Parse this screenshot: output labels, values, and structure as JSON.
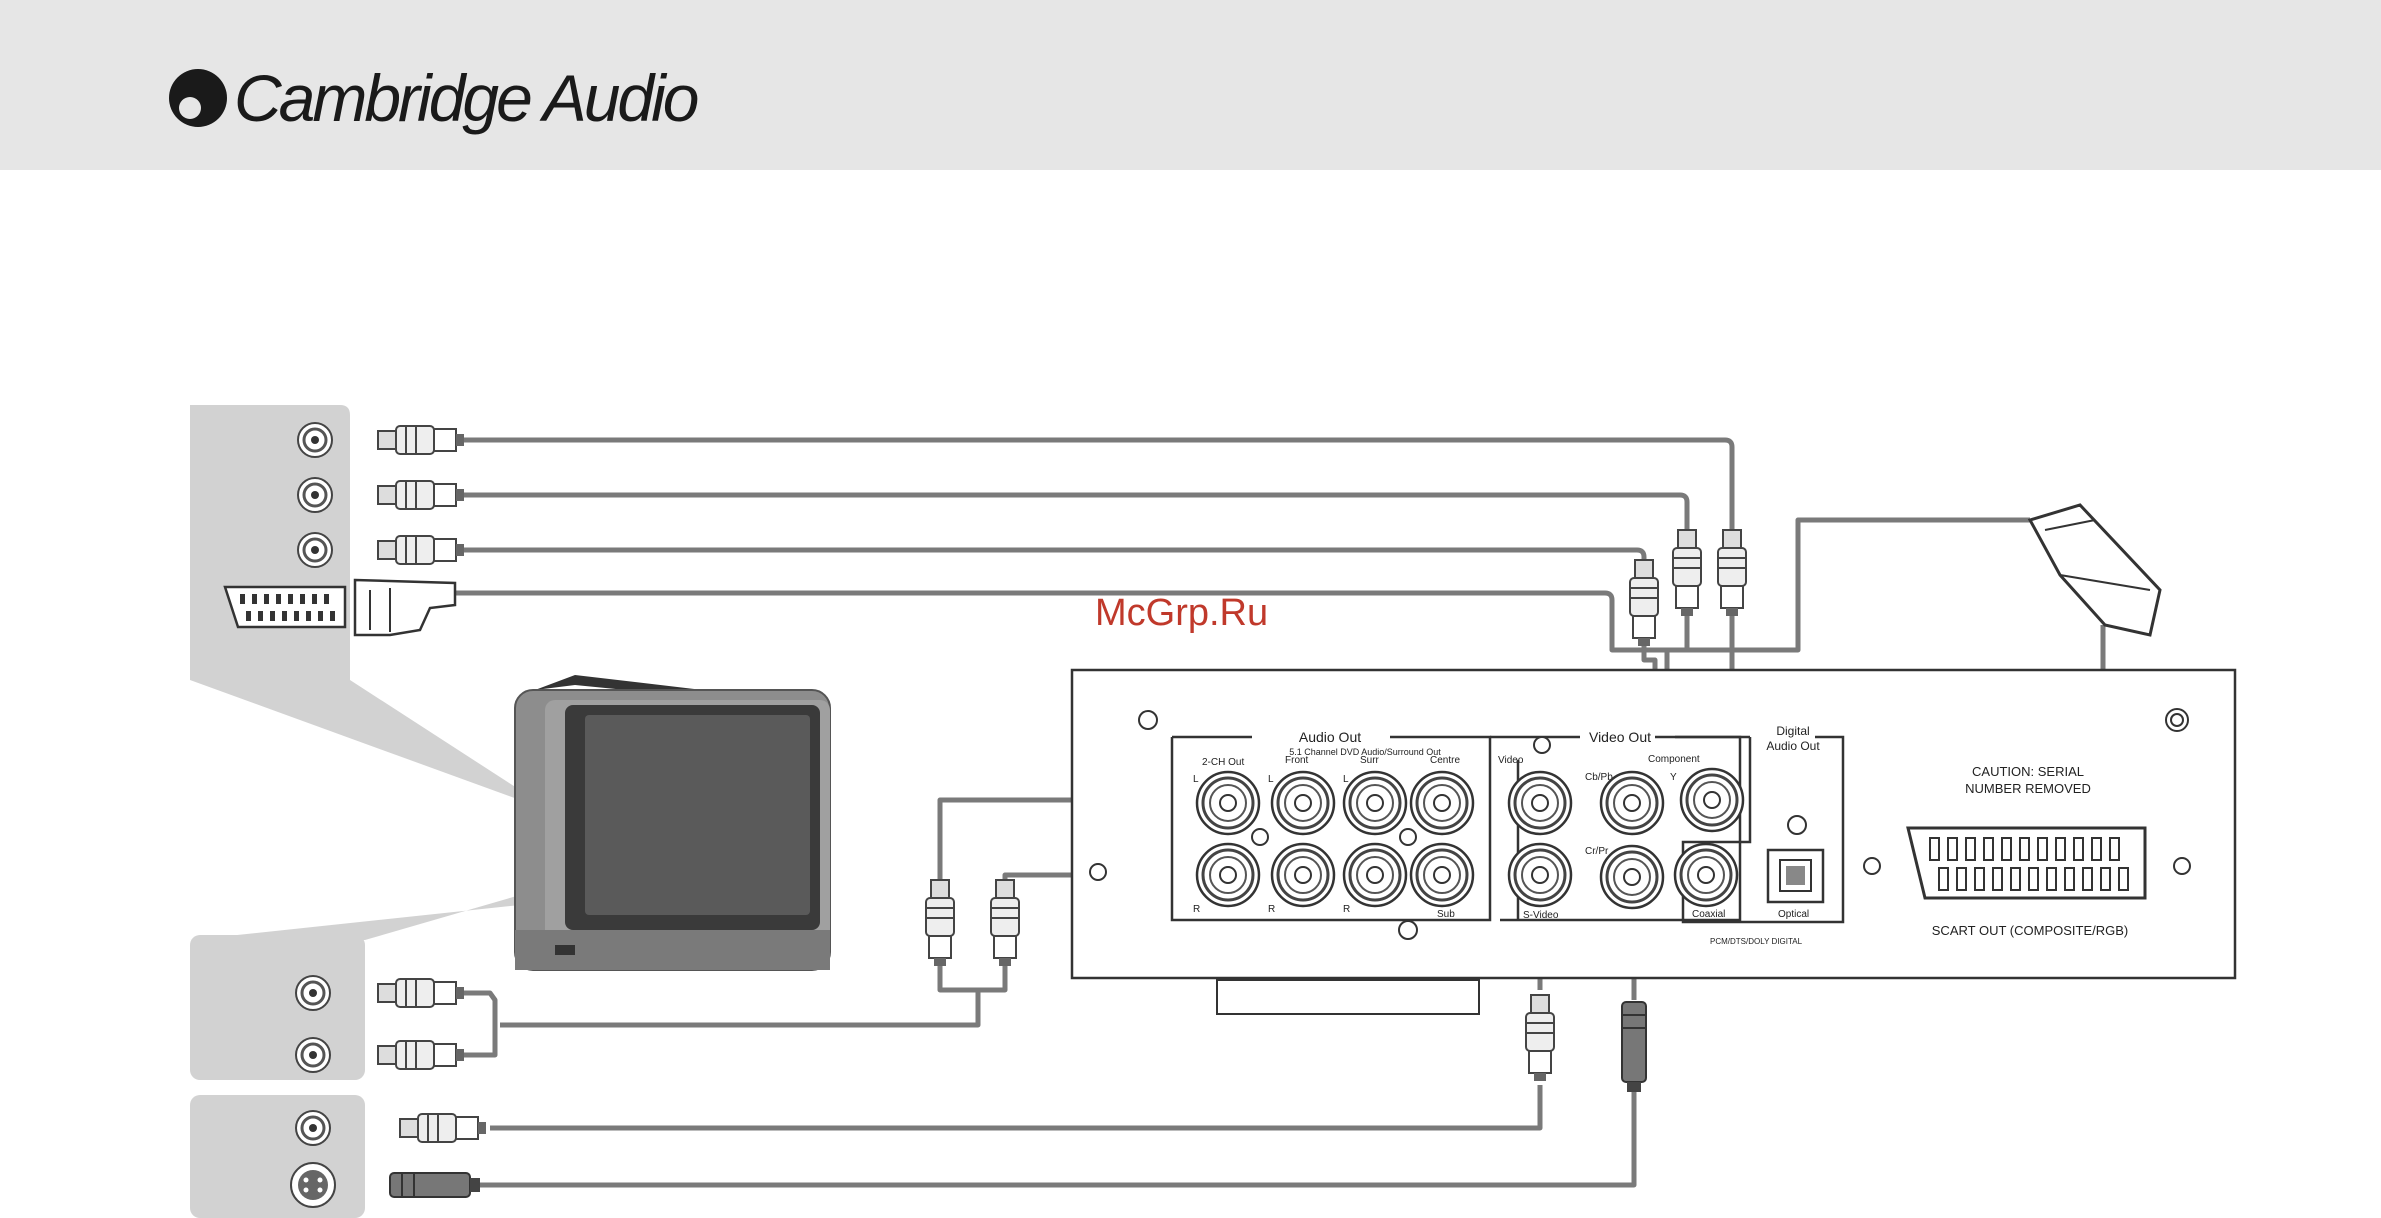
{
  "header": {
    "brand_name": "Cambridge Audio"
  },
  "watermark": "McGrp.Ru",
  "panel": {
    "audio_out": "Audio Out",
    "audio_out_sub": "5.1 Channel DVD Audio/Surround Out",
    "ch2_out": "2-CH Out",
    "front": "Front",
    "surr": "Surr",
    "centre": "Centre",
    "sub": "Sub",
    "left": "L",
    "right": "R",
    "video_out": "Video Out",
    "video": "Video",
    "svideo": "S-Video",
    "component": "Component",
    "cb_pb": "Cb/Pb",
    "cr_pr": "Cr/Pr",
    "y": "Y",
    "digital_audio_out_1": "Digital",
    "digital_audio_out_2": "Audio Out",
    "coaxial": "Coaxial",
    "optical": "Optical",
    "digital_formats": "PCM/DTS/DOLY DIGITAL",
    "caution_1": "CAUTION: SERIAL",
    "caution_2": "NUMBER REMOVED",
    "scart_out": "SCART OUT (COMPOSITE/RGB)"
  },
  "colors": {
    "header_bg": "#e6e6e6",
    "cable": "#7a7a7a",
    "tv_panel": "#d2d2d2",
    "watermark": "#c0392b"
  }
}
